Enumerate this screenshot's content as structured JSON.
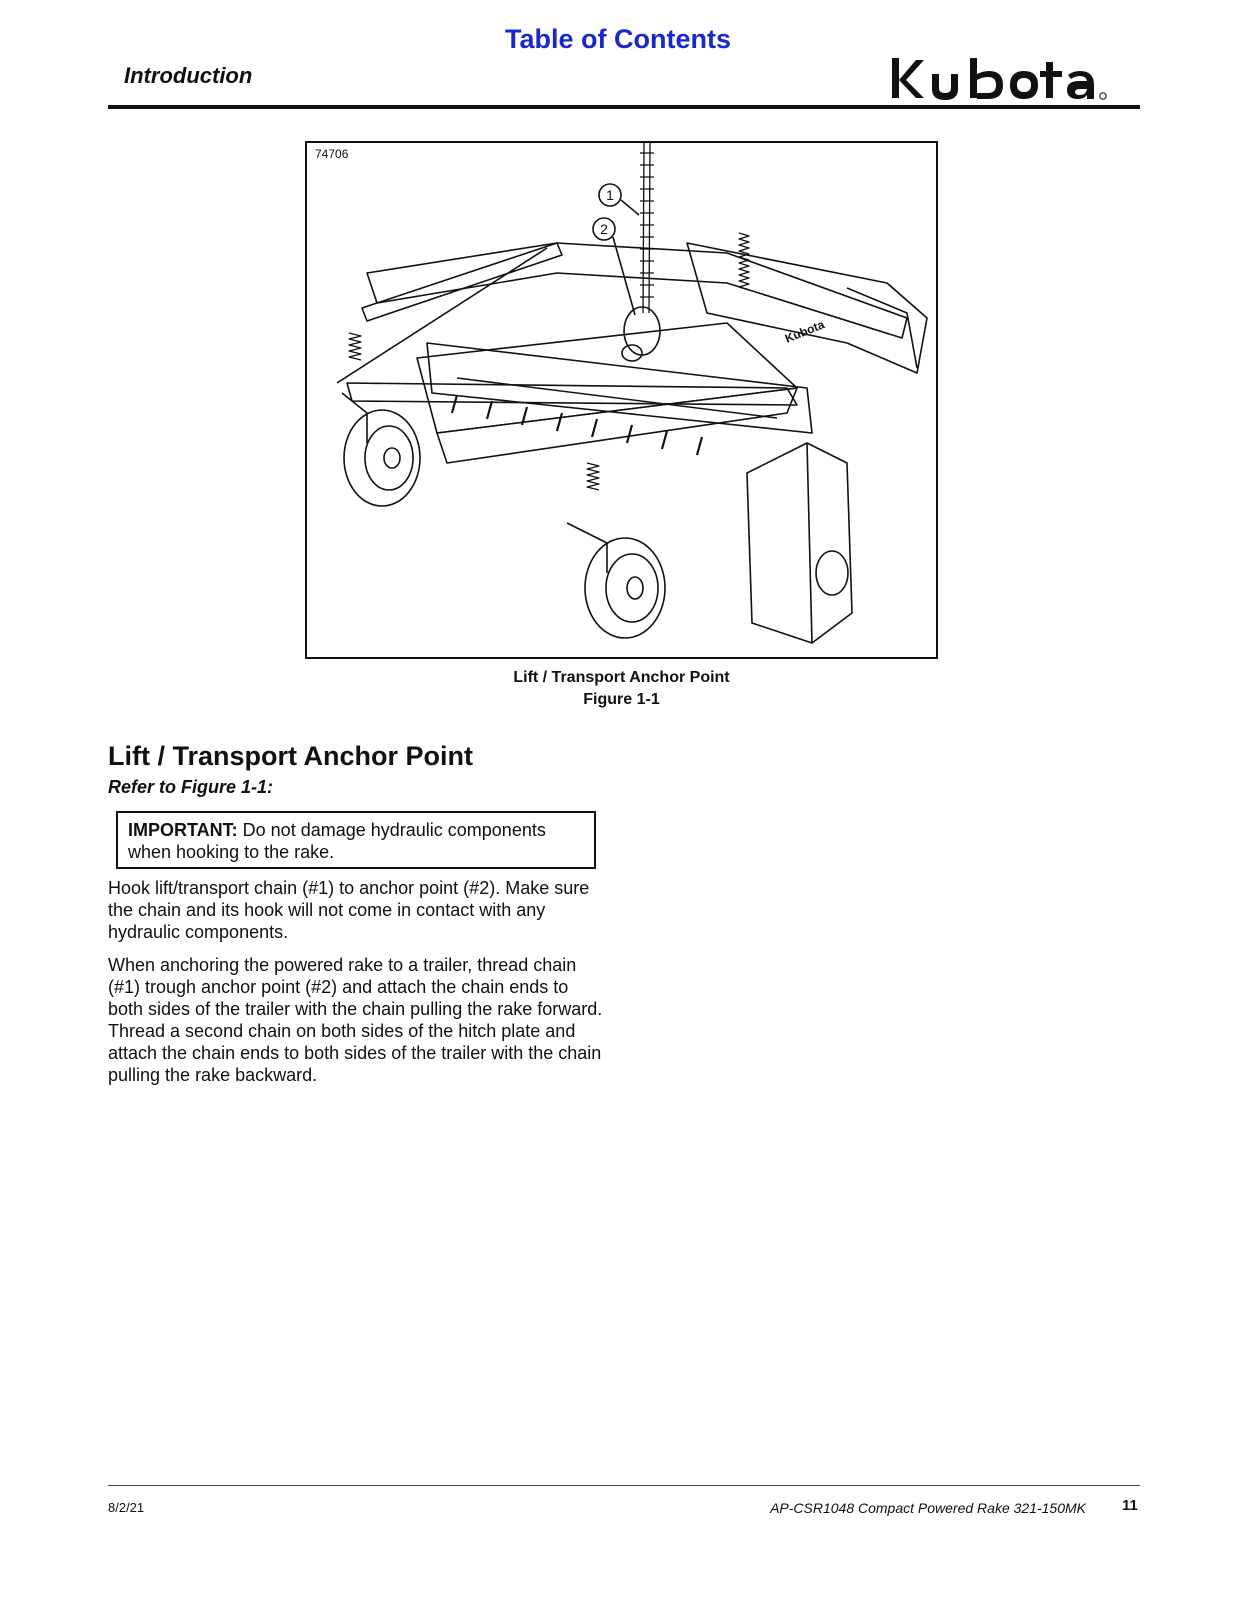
{
  "header": {
    "toc_link": "Table of Contents",
    "section": "Introduction",
    "brand": "Kubota"
  },
  "figure": {
    "image_id": "74706",
    "callouts": [
      "1",
      "2"
    ],
    "deck_label": "Kubota",
    "caption_title": "Lift / Transport Anchor Point",
    "caption_number": "Figure 1-1"
  },
  "content": {
    "heading": "Lift / Transport Anchor Point",
    "refer": "Refer to Figure 1-1:",
    "important_label": "IMPORTANT:",
    "important_text": " Do not damage hydraulic components when hooking to the rake.",
    "paragraph1": "Hook lift/transport chain (#1) to anchor point (#2). Make sure the chain and its hook will not come in contact with any hydraulic components.",
    "paragraph2": "When anchoring the powered rake to a trailer, thread chain (#1) trough anchor point (#2) and attach the chain ends to both sides of the trailer with the chain pulling the rake forward. Thread a second chain on both sides of the hitch plate and attach the chain ends to both sides of the trailer with the chain pulling the rake backward."
  },
  "footer": {
    "date": "8/2/21",
    "doc_title": "AP-CSR1048 Compact Powered Rake 321-150MK",
    "page": "11"
  }
}
